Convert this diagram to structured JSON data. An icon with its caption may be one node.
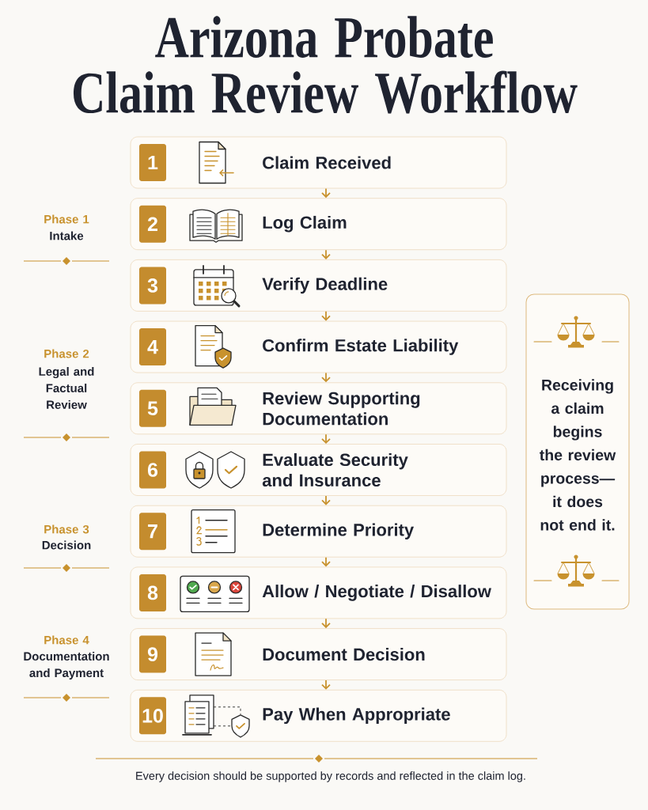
{
  "diagram": {
    "title": "Arizona Probate Claim Review Workflow",
    "nodes": [
      {
        "text": [
          "1",
          "Claim Received"
        ]
      },
      {
        "text": [
          "2",
          "Log Claim"
        ]
      },
      {
        "text": [
          "3",
          "Verify Deadline"
        ]
      },
      {
        "text": [
          "4",
          "Confirm Estate Liability"
        ]
      },
      {
        "text": [
          "5",
          "Review Supporting Documentation"
        ]
      },
      {
        "text": [
          "6",
          "Evaluate Security and Insurance"
        ]
      },
      {
        "text": [
          "7",
          "Determine Priority"
        ]
      },
      {
        "text": [
          "8",
          "Allow / Negotiate / Disallow"
        ]
      },
      {
        "text": [
          "9",
          "Document Decision"
        ]
      },
      {
        "text": [
          "10",
          "Pay When Appropriate"
        ]
      },
      {
        "text": [
          "Receiving a claim begins the review process—it does not end it."
        ]
      }
    ],
    "edges": [
      {
        "from": 0,
        "to": 1,
        "arrow": "to"
      },
      {
        "from": 1,
        "to": 2,
        "arrow": "to"
      },
      {
        "from": 2,
        "to": 3,
        "arrow": "to"
      },
      {
        "from": 3,
        "to": 4,
        "arrow": "to"
      },
      {
        "from": 4,
        "to": 5,
        "arrow": "to"
      },
      {
        "from": 5,
        "to": 6,
        "arrow": "to"
      },
      {
        "from": 6,
        "to": 7,
        "arrow": "to"
      },
      {
        "from": 7,
        "to": 8,
        "arrow": "to"
      },
      {
        "from": 8,
        "to": 9,
        "arrow": "to"
      }
    ],
    "labels": [
      "Phase 1",
      "Intake",
      "Phase 2",
      "Legal and Factual Review",
      "Phase 3",
      "Decision",
      "Phase 4",
      "Documentation and Payment"
    ],
    "caption": "Every decision should be supported by records and reflected in the claim log."
  }
}
